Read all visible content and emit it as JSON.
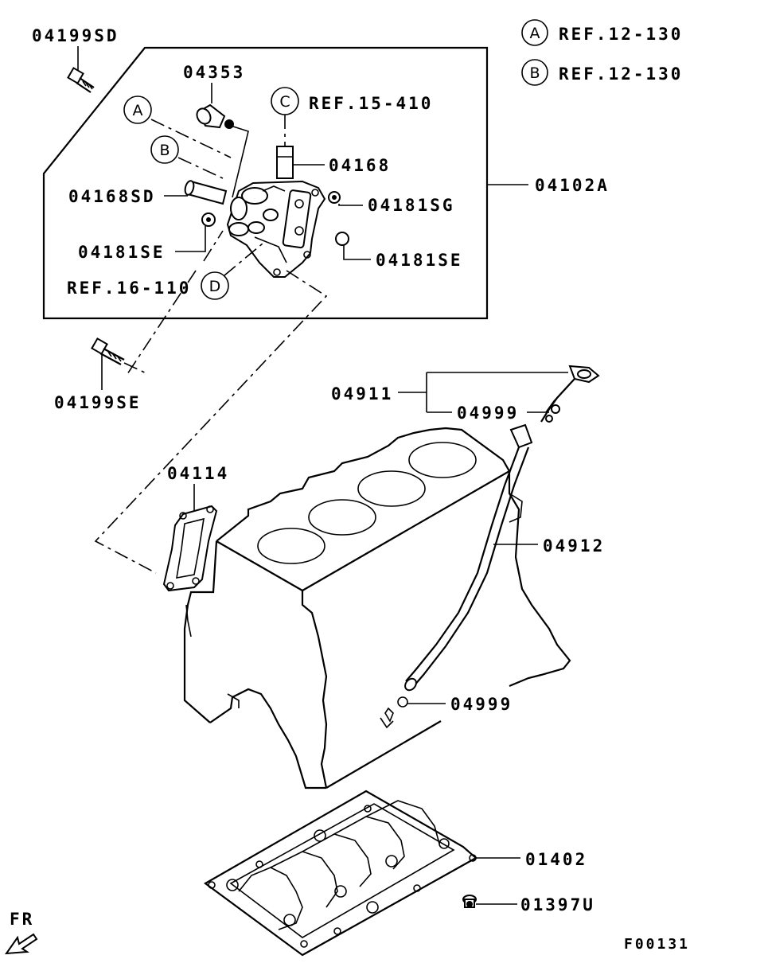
{
  "parts": {
    "bolt_sd": "04199SD",
    "sensor": "04353",
    "ref_c": "REF.15-410",
    "pipe": "04168",
    "pipe_sd": "04168SD",
    "assembly": "04102A",
    "plug_sg": "04181SG",
    "plug_se_left": "04181SE",
    "plug_se_right": "04181SE",
    "ref_16": "REF.16-110",
    "bolt_se": "04199SE",
    "dipstick": "04911",
    "oring_top": "04999",
    "gasket": "04114",
    "guide": "04912",
    "oring_bottom": "04999",
    "bedplate": "01402",
    "bolt_u": "01397U"
  },
  "legend": {
    "a_letter": "A",
    "a_ref": "REF.12-130",
    "b_letter": "B",
    "b_ref": "REF.12-130"
  },
  "callouts": {
    "a": "A",
    "b": "B",
    "c": "C",
    "d": "D"
  },
  "front_label": "FR",
  "figure_code": "F00131"
}
